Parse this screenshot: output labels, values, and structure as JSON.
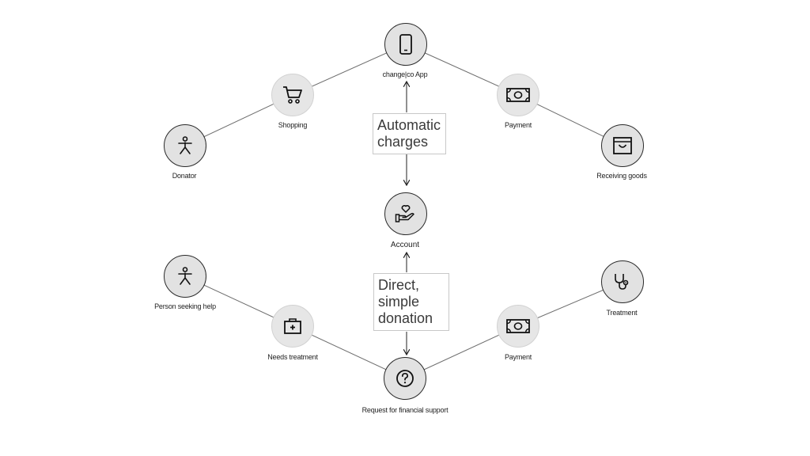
{
  "nodes": {
    "app": {
      "label": "change|co App",
      "icon": "smartphone-icon"
    },
    "shopping": {
      "label": "Shopping",
      "icon": "shopping-cart-icon"
    },
    "donator": {
      "label": "Donator",
      "icon": "person-icon"
    },
    "payment_top": {
      "label": "Payment",
      "icon": "banknote-icon"
    },
    "receiving_goods": {
      "label": "Receiving goods",
      "icon": "shopping-bag-icon"
    },
    "account": {
      "label": "Account",
      "icon": "hand-heart-icon"
    },
    "person_seeking_help": {
      "label": "Person seeking help",
      "icon": "person-icon"
    },
    "needs_treatment": {
      "label": "Needs treatment",
      "icon": "first-aid-kit-icon"
    },
    "request": {
      "label": "Request for financial support",
      "icon": "question-circle-icon"
    },
    "payment_bottom": {
      "label": "Payment",
      "icon": "banknote-icon"
    },
    "treatment": {
      "label": "Treatment",
      "icon": "stethoscope-icon"
    }
  },
  "callouts": {
    "automatic": "Automatic\ncharges",
    "direct": "Direct,\nsimple\ndonation"
  },
  "colors": {
    "primary_fill": "#e2e2e2",
    "secondary_fill": "#e6e6e6",
    "line": "#6e6e6e",
    "text": "#222222"
  }
}
